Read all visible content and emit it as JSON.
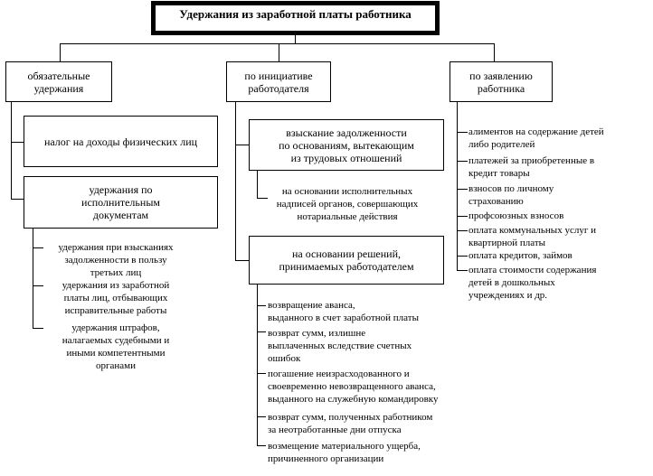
{
  "title": "Удержания из заработной платы работника",
  "categories": {
    "mandatory": {
      "line1": "обязательные",
      "line2": "удержания"
    },
    "employer": {
      "line1": "по инициативе",
      "line2": "работодателя"
    },
    "employee": {
      "line1": "по заявлению",
      "line2": "работника"
    }
  },
  "mandatory": {
    "tax": "налог на доходы физических лиц",
    "exec_docs": {
      "line1": "удержания по",
      "line2": "исполнительным",
      "line3": "документам"
    },
    "items": [
      [
        "удержания при взысканиях",
        "задолженности в пользу",
        "третьих лиц"
      ],
      [
        "удержания из заработной",
        "платы лиц, отбывающих",
        "исправительные работы"
      ],
      [
        "удержания штрафов,",
        "налагаемых судебными и",
        "иными компетентными",
        "органами"
      ]
    ]
  },
  "employer": {
    "labor_debt": {
      "line1": "взыскание задолженности",
      "line2": "по основаниям, вытекающим",
      "line3": "из трудовых отношений"
    },
    "notary": [
      "на основании исполнительных",
      "надписей органов, совершающих",
      "нотариальные действия"
    ],
    "decisions": {
      "line1": "на основании решений,",
      "line2": "принимаемых работодателем"
    },
    "items": [
      [
        "возвращение аванса,",
        "выданного в счет заработной платы"
      ],
      [
        "возврат сумм, излишне",
        "выплаченных вследствие счетных",
        "ошибок"
      ],
      [
        "погашение неизрасходованного и",
        "своевременно невозвращенного аванса,",
        "выданного на служебную командировку"
      ],
      [
        "возврат сумм, полученных работником",
        "за неотработанные дни отпуска"
      ],
      [
        "возмещение материального ущерба,",
        "причиненного организации"
      ]
    ]
  },
  "employee": {
    "items": [
      [
        "алиментов на содержание детей",
        "либо родителей"
      ],
      [
        "платежей за приобретенные в",
        "кредит товары"
      ],
      [
        "взносов по личному",
        "страхованию"
      ],
      [
        "профсоюзных взносов"
      ],
      [
        "оплата коммунальных услуг и",
        "квартирной платы"
      ],
      [
        "оплата кредитов, займов"
      ],
      [
        "оплата стоимости содержания",
        "детей в дошкольных",
        "учреждениях и др."
      ]
    ]
  }
}
